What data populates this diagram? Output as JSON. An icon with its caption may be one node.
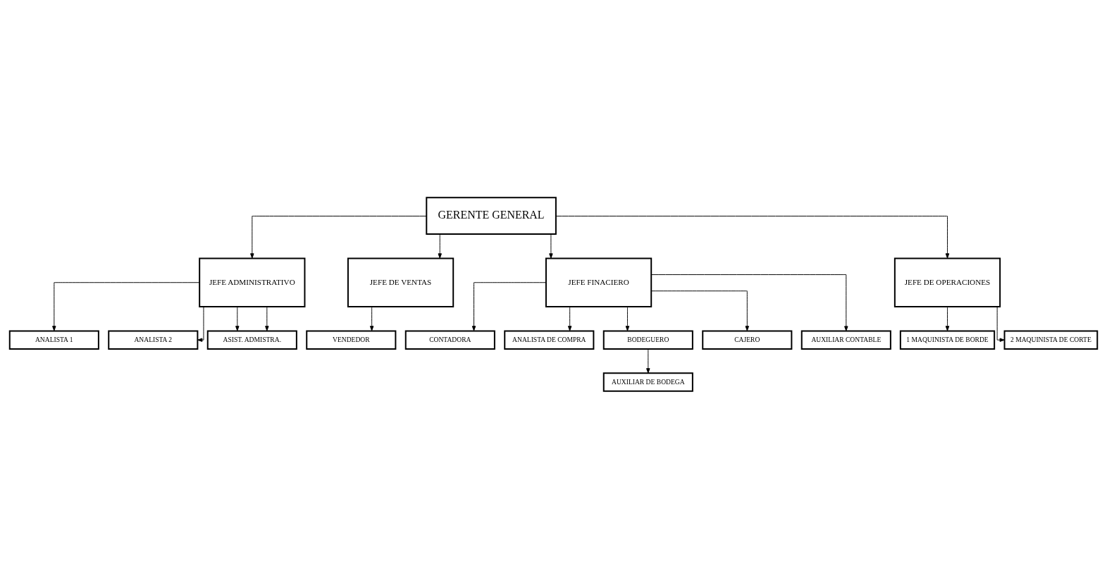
{
  "diagram": {
    "nodes": [
      {
        "text": [
          "GERENTE GENERAL"
        ]
      },
      {
        "text": [
          "JEFE ADMINISTRATIVO"
        ]
      },
      {
        "text": [
          "JEFE DE VENTAS"
        ]
      },
      {
        "text": [
          "JEFE FINACIERO"
        ]
      },
      {
        "text": [
          "JEFE DE OPERACIONES"
        ]
      },
      {
        "text": [
          "ANALISTA 1"
        ]
      },
      {
        "text": [
          "ANALISTA 2"
        ]
      },
      {
        "text": [
          "ASIST. ADMISTRA."
        ]
      },
      {
        "text": [
          "VENDEDOR"
        ]
      },
      {
        "text": [
          "CONTADORA"
        ]
      },
      {
        "text": [
          "ANALISTA DE COMPRA"
        ]
      },
      {
        "text": [
          "BODEGUERO"
        ]
      },
      {
        "text": [
          "AUXILIAR DE BODEGA"
        ]
      },
      {
        "text": [
          "CAJERO"
        ]
      },
      {
        "text": [
          "AUXILIAR CONTABLE"
        ]
      },
      {
        "text": [
          "1 MAQUINISTA DE BORDE"
        ]
      },
      {
        "text": [
          "2 MAQUINISTA DE CORTE"
        ]
      }
    ],
    "edges": [
      {
        "from": 0,
        "to": 1,
        "arrow": "to"
      },
      {
        "from": 0,
        "to": 2,
        "arrow": "to"
      },
      {
        "from": 0,
        "to": 3,
        "arrow": "to"
      },
      {
        "from": 0,
        "to": 4,
        "arrow": "to"
      },
      {
        "from": 1,
        "to": 5,
        "arrow": "to"
      },
      {
        "from": 1,
        "to": 6,
        "arrow": "to"
      },
      {
        "from": 1,
        "to": 7,
        "arrow": "to"
      },
      {
        "from": 1,
        "to": 7,
        "arrow": "to"
      },
      {
        "from": 2,
        "to": 8,
        "arrow": "to"
      },
      {
        "from": 3,
        "to": 9,
        "arrow": "to"
      },
      {
        "from": 3,
        "to": 10,
        "arrow": "to"
      },
      {
        "from": 3,
        "to": 11,
        "arrow": "to"
      },
      {
        "from": 11,
        "to": 12,
        "arrow": "to"
      },
      {
        "from": 3,
        "to": 13,
        "arrow": "to"
      },
      {
        "from": 3,
        "to": 14,
        "arrow": "to"
      },
      {
        "from": 4,
        "to": 15,
        "arrow": "to"
      },
      {
        "from": 4,
        "to": 16,
        "arrow": "to"
      }
    ]
  }
}
